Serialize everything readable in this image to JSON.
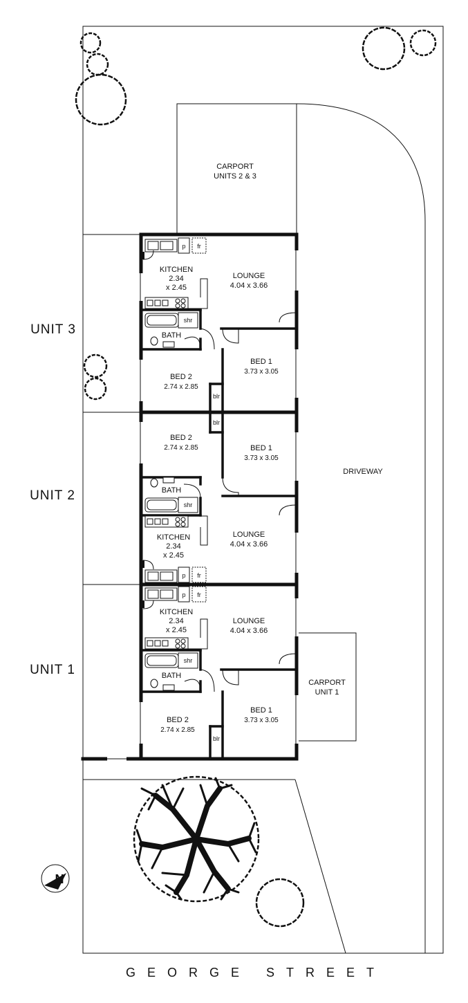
{
  "site": {
    "street_name": "GEORGE STREET",
    "driveway_label": "DRIVEWAY",
    "north_label": "N"
  },
  "carports": {
    "units_2_3": [
      "CARPORT",
      "UNITS 2 & 3"
    ],
    "unit_1": [
      "CARPORT",
      "UNIT 1"
    ]
  },
  "units": [
    {
      "name": "UNIT 3",
      "kitchen": [
        "KITCHEN",
        "2.34",
        "x 2.45"
      ],
      "lounge": [
        "LOUNGE",
        "4.04 x 3.66"
      ],
      "bath": "BATH",
      "shower": "shr",
      "pantry": "p",
      "fridge": "fr",
      "robe": "blr",
      "bed1": [
        "BED 1",
        "3.73 x 3.05"
      ],
      "bed2": [
        "BED 2",
        "2.74 x 2.85"
      ]
    },
    {
      "name": "UNIT 2",
      "kitchen": [
        "KITCHEN",
        "2.34",
        "x 2.45"
      ],
      "lounge": [
        "LOUNGE",
        "4.04 x 3.66"
      ],
      "bath": "BATH",
      "shower": "shr",
      "pantry": "p",
      "fridge": "fr",
      "robe": "blr",
      "bed1": [
        "BED 1",
        "3.73 x 3.05"
      ],
      "bed2": [
        "BED 2",
        "2.74 x 2.85"
      ]
    },
    {
      "name": "UNIT 1",
      "kitchen": [
        "KITCHEN",
        "2.34",
        "x 2.45"
      ],
      "lounge": [
        "LOUNGE",
        "4.04 x 3.66"
      ],
      "bath": "BATH",
      "shower": "shr",
      "pantry": "p",
      "fridge": "fr",
      "robe": "blr",
      "bed1": [
        "BED 1",
        "3.73 x 3.05"
      ],
      "bed2": [
        "BED 2",
        "2.74 x 2.85"
      ]
    }
  ]
}
